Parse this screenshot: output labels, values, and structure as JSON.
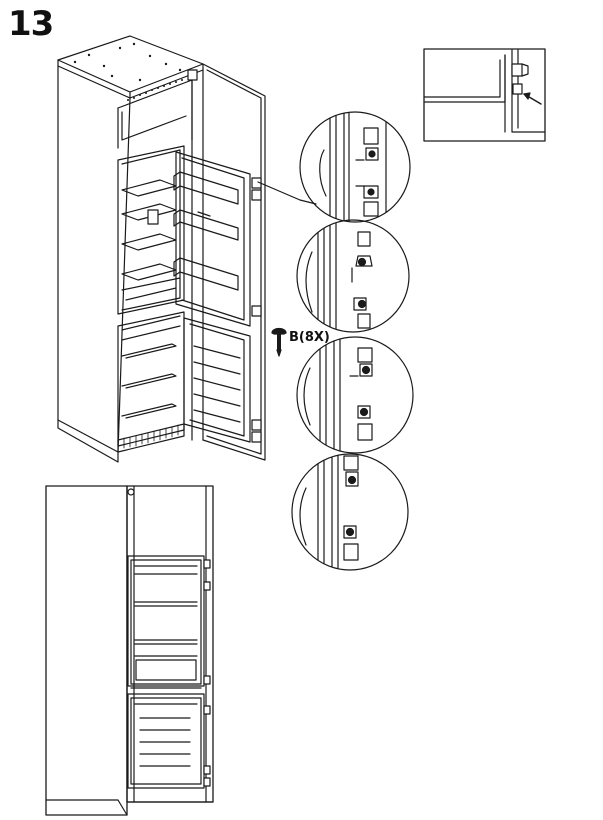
{
  "step": {
    "number": "13"
  },
  "fastener": {
    "label": "B(8X)",
    "icon": "screw-icon"
  },
  "colors": {
    "line": "#1a1a1a",
    "shade": "#cfcfcf",
    "dark": "#555555",
    "background": "#ffffff"
  },
  "parts": {
    "cabinet": "tall-cabinet",
    "appliance": "refrigerator-freezer",
    "detail_callouts": [
      "hinge-detail-1",
      "hinge-detail-2",
      "hinge-detail-3",
      "hinge-detail-4"
    ],
    "inset": "corner-detail"
  }
}
